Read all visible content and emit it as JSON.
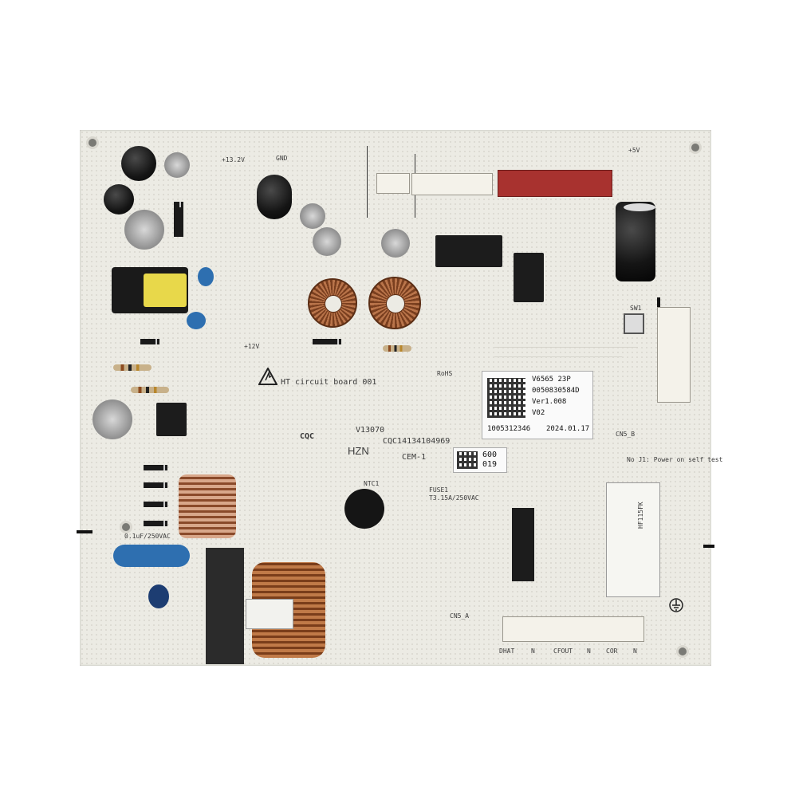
{
  "board_labels": {
    "board_name": "HT circuit board 001",
    "version_code": "V13070",
    "cqc_code": "CQC14134104969",
    "maker": "HZN",
    "cem": "CEM-1",
    "fuse_label": "FUSE1",
    "fuse_rating": "T3.15A/250VAC",
    "switch_note": "No J1: Power on self test",
    "relay_model": "HF115FK",
    "cqc_mark": "CQC",
    "rohs_mark": "RoHS",
    "cn5_b": "CN5_B",
    "cn5_a": "CN5_A",
    "ntc": "NTC1",
    "sw1": "SW1",
    "voltage_12v": "+12V",
    "voltage_5v": "+5V",
    "voltage_132v": "+13.2V",
    "gnd": "GND",
    "cap_rating": "0.1uF/250VAC"
  },
  "sticker": {
    "line1": "V6565 23P",
    "line2": "0050830584D",
    "line3": "Ver1.008",
    "line4": "V02",
    "line5": "1005312346",
    "date": "2024.01.17"
  },
  "small_tag": {
    "line1": "600",
    "line2": "019"
  },
  "bottom_connector_pins": [
    "DHAT",
    "N",
    "CFOUT",
    "N",
    "COR",
    "N"
  ],
  "colors": {
    "board": "#ecebe4",
    "red_header": "#a8322f",
    "copper": "#b9744a",
    "blue_cap": "#2e6fb0"
  }
}
